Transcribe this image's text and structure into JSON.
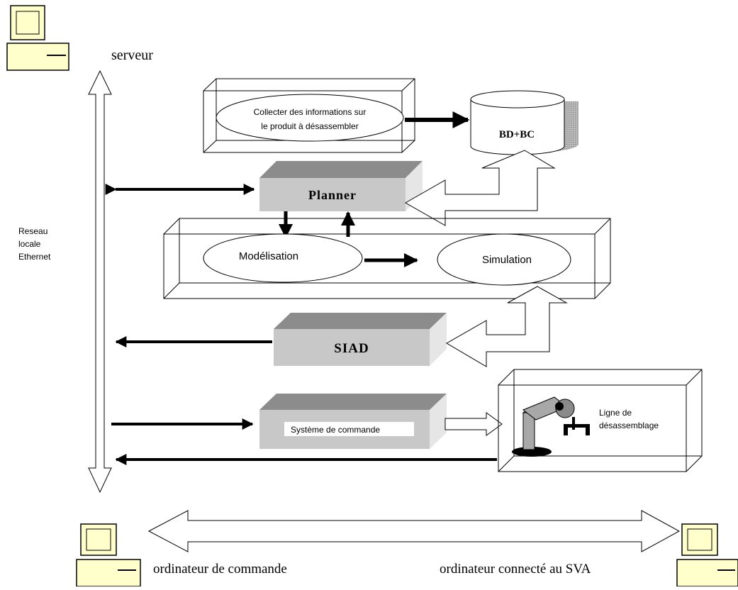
{
  "labels": {
    "server": "serveur",
    "network": [
      "Reseau",
      "locale",
      "Ethernet"
    ],
    "collect": [
      "Collecter des informations sur",
      "le produit à désassembler"
    ],
    "database": "BD+BC",
    "planner": "Planner",
    "modeling": "Modélisation",
    "simulation": "Simulation",
    "siad": "SIAD",
    "control_system": "Système de commande",
    "disassembly_line": [
      "Ligne de",
      "désassemblage"
    ],
    "control_computer": "ordinateur de commande",
    "sva_computer": "ordinateur connecté au SVA"
  },
  "colors": {
    "monitor_fill": "#ffffcc",
    "box_top": "#8c8c8c",
    "box_front": "#c8c8c8",
    "box_side": "#e6e6e6",
    "robot_arm": "#a8a8a8",
    "db_shadow": "#a9a9a9"
  }
}
